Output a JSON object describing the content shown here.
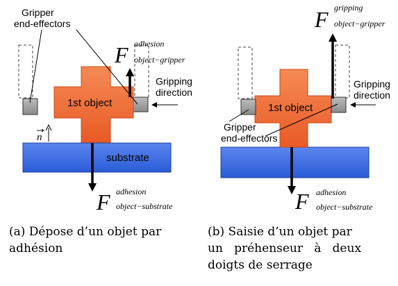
{
  "panel_a": {
    "label_gripper": [
      "Gripper",
      "end-effectors"
    ],
    "object_label": "1st object",
    "force_top": {
      "symbol": "F",
      "sup": "adhesion",
      "sub": "object−gripper"
    },
    "gripping_direction": [
      "Gripping",
      "direction"
    ],
    "normal_label": "n",
    "substrate_label": "substrate",
    "force_bottom": {
      "symbol": "F",
      "sup": "adhesion",
      "sub": "object−substrate"
    }
  },
  "panel_b": {
    "force_top": {
      "symbol": "F",
      "sup": "gripping",
      "sub": "object−gripper"
    },
    "gripping_direction": [
      "Gripping",
      "direction"
    ],
    "object_label": "1st object",
    "label_gripper": [
      "Gripper",
      "end-effectors"
    ],
    "force_bottom": {
      "symbol": "F",
      "sup": "adhesion",
      "sub": "object−substrate"
    }
  },
  "captions": {
    "a": [
      "(a) Dépose d’un objet par",
      "adhésion"
    ],
    "b": [
      "(b) Saisie d’un objet par",
      "un   préhenseur   à   deux",
      "doigts de serrage"
    ]
  },
  "colors": {
    "object_orange": "#f07040",
    "substrate_blue": "#3a6fe0",
    "end_effector_grey": "#9a9a9a"
  }
}
